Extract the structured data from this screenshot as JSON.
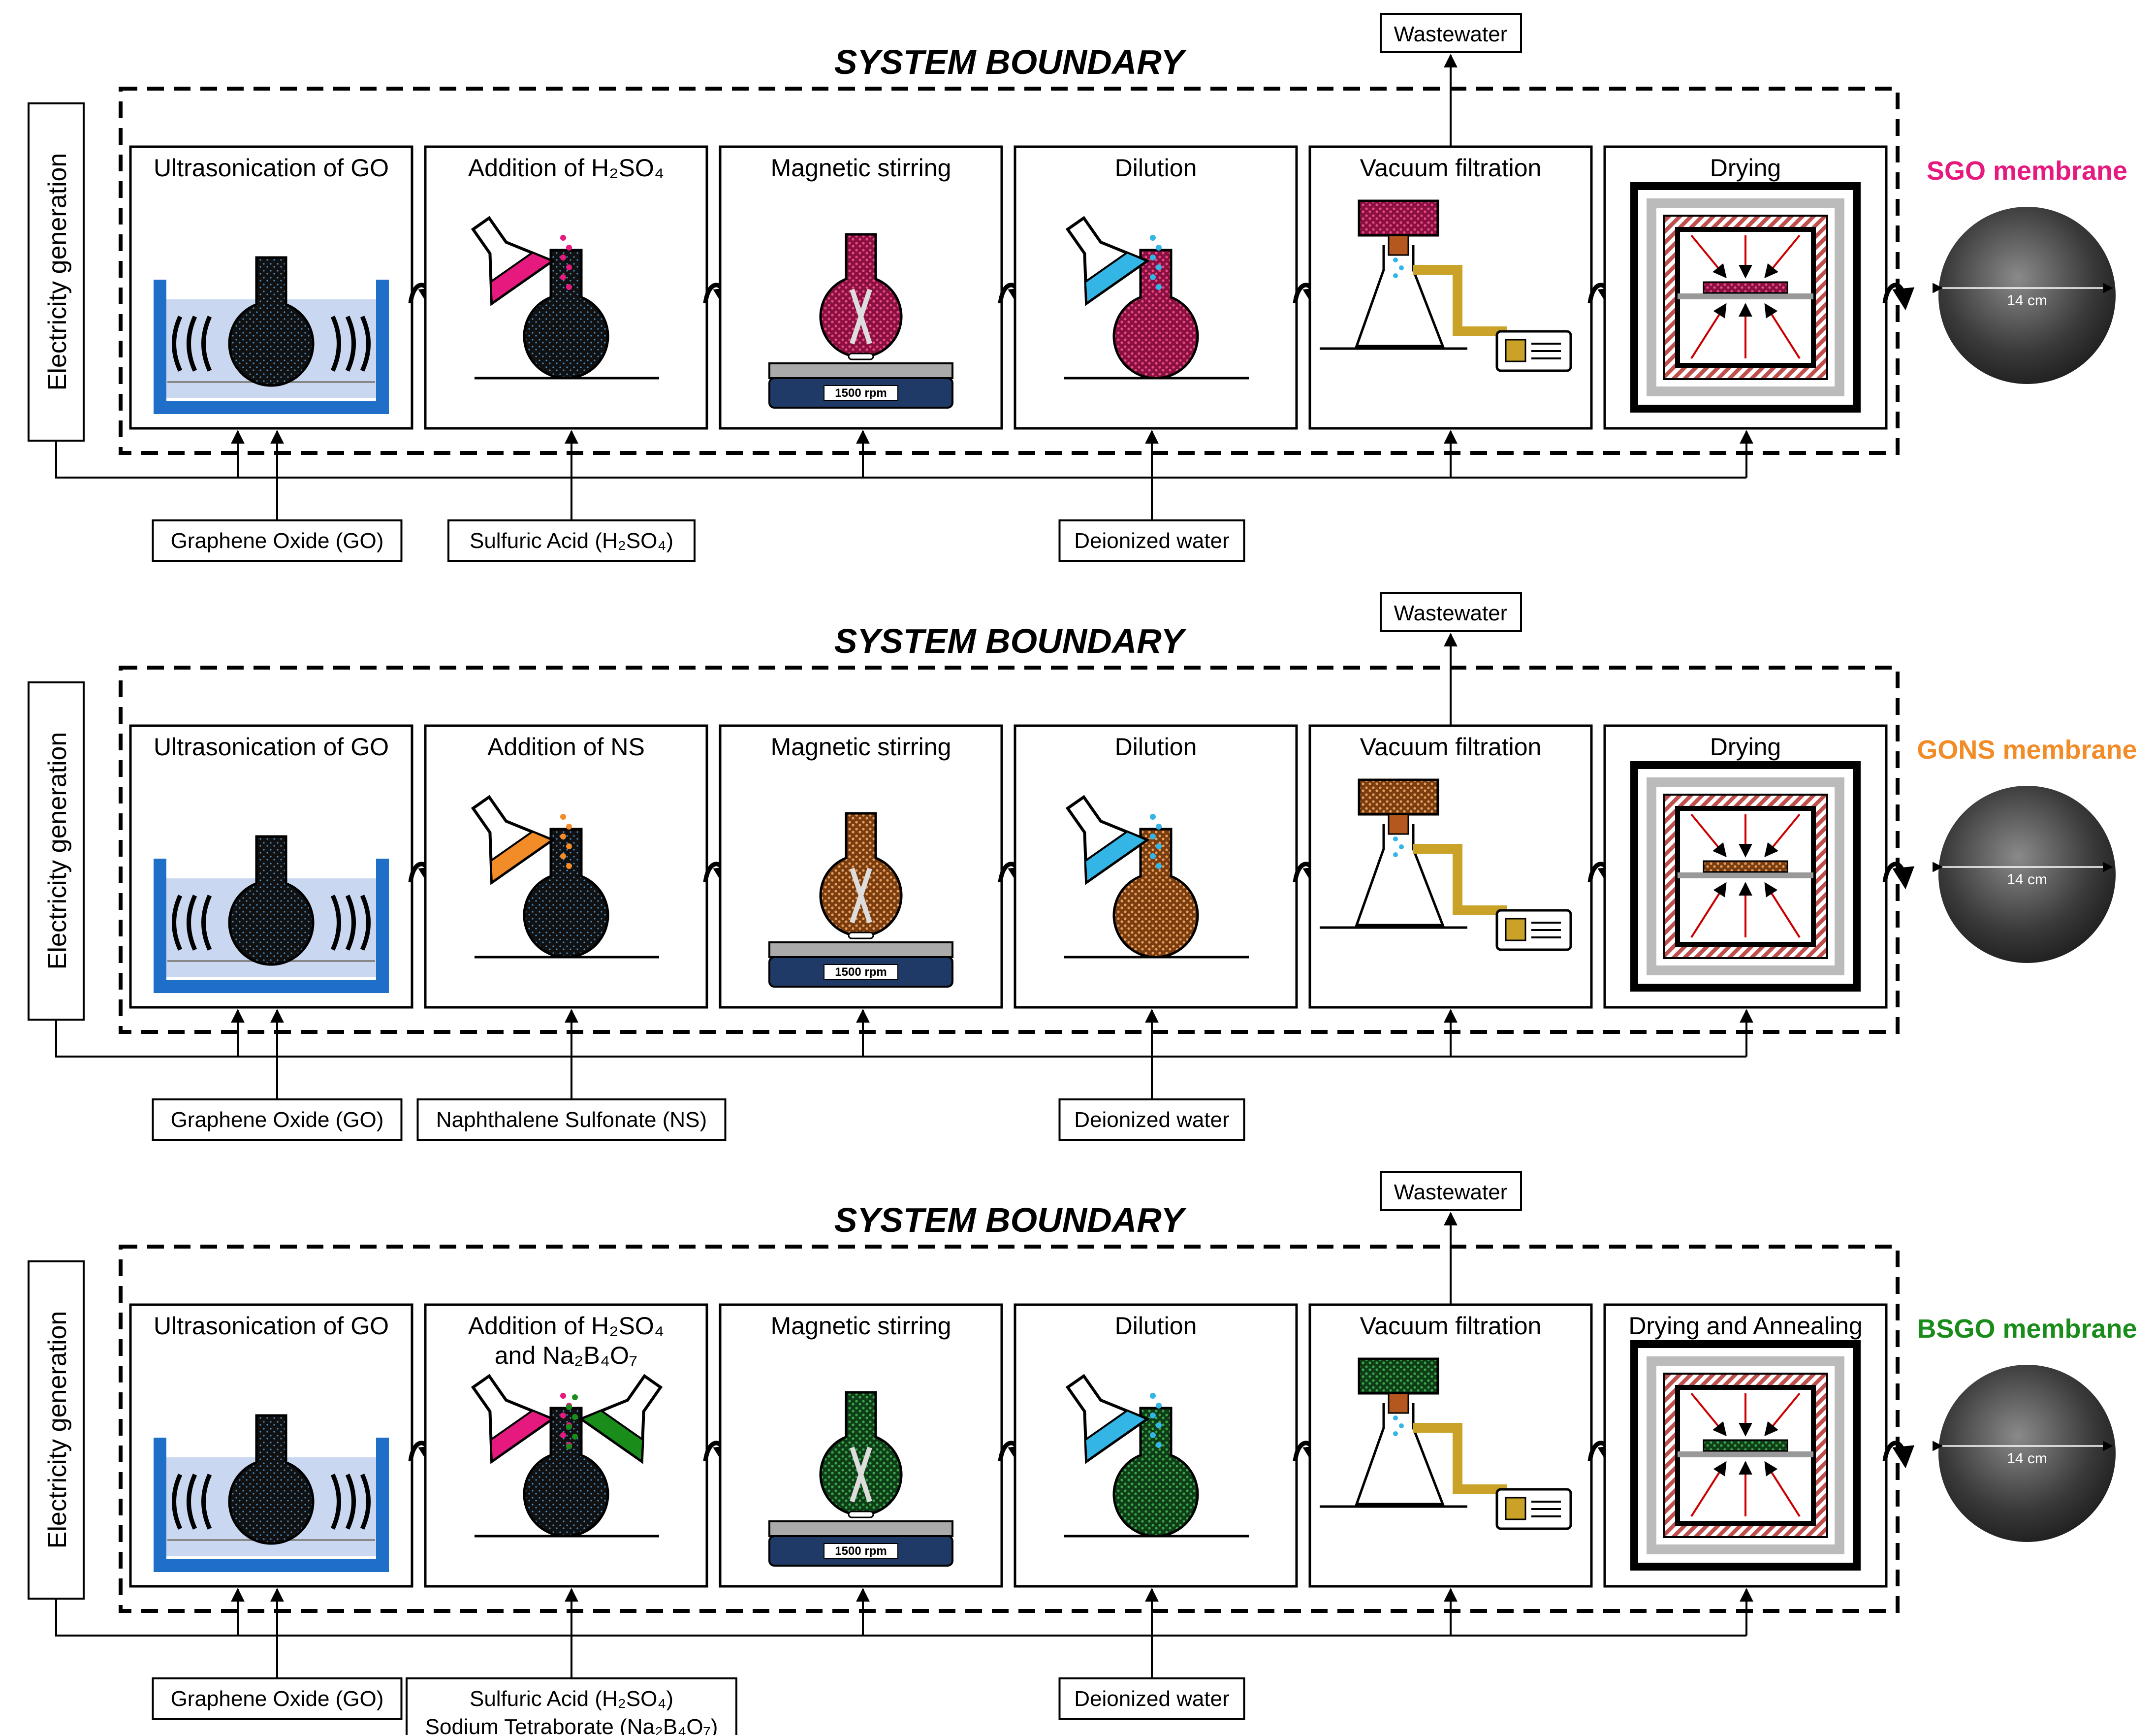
{
  "colors": {
    "sgo": "#e6197f",
    "gons": "#f28c28",
    "bsgo": "#1a8c1a",
    "water": "#33b5e5",
    "bath": "#1f6fc9",
    "bath_liquid": "#c9d8f0",
    "pipe": "#c9a227",
    "oven_wall": "#b85a5a",
    "heat": "#cc0000",
    "stirrer": "#1f3a66"
  },
  "icons": [
    "ultrasonic-bath-icon",
    "pouring-flask-icon",
    "magnetic-stirrer-icon",
    "dilution-icon",
    "vacuum-filtration-icon",
    "drying-oven-icon",
    "membrane-photo-icon"
  ],
  "panels": [
    {
      "id": "sgo",
      "title": "SYSTEM BOUNDARY",
      "electricity": "Electricity generation",
      "wastewater": "Wastewater",
      "steps": [
        {
          "l1": "Ultrasonication of GO",
          "l2": ""
        },
        {
          "l1": "Addition of H₂SO₄",
          "l2": ""
        },
        {
          "l1": "Magnetic stirring",
          "l2": ""
        },
        {
          "l1": "Dilution",
          "l2": ""
        },
        {
          "l1": "Vacuum filtration",
          "l2": ""
        },
        {
          "l1": "Drying",
          "l2": ""
        }
      ],
      "inputs": [
        {
          "l1": "Graphene Oxide (GO)",
          "l2": ""
        },
        {
          "l1": "Sulfuric Acid (H₂SO₄)",
          "l2": ""
        },
        {
          "l1": "Deionized water",
          "l2": ""
        }
      ],
      "rpm": "1500 rpm",
      "product": "SGO membrane",
      "dimension": "14 cm"
    },
    {
      "id": "gons",
      "title": "SYSTEM BOUNDARY",
      "electricity": "Electricity generation",
      "wastewater": "Wastewater",
      "steps": [
        {
          "l1": "Ultrasonication of GO",
          "l2": ""
        },
        {
          "l1": "Addition of NS",
          "l2": ""
        },
        {
          "l1": "Magnetic stirring",
          "l2": ""
        },
        {
          "l1": "Dilution",
          "l2": ""
        },
        {
          "l1": "Vacuum filtration",
          "l2": ""
        },
        {
          "l1": "Drying",
          "l2": ""
        }
      ],
      "inputs": [
        {
          "l1": "Graphene Oxide (GO)",
          "l2": ""
        },
        {
          "l1": "Naphthalene Sulfonate (NS)",
          "l2": ""
        },
        {
          "l1": "Deionized water",
          "l2": ""
        }
      ],
      "rpm": "1500 rpm",
      "product": "GONS membrane",
      "dimension": "14 cm"
    },
    {
      "id": "bsgo",
      "title": "SYSTEM BOUNDARY",
      "electricity": "Electricity generation",
      "wastewater": "Wastewater",
      "steps": [
        {
          "l1": "Ultrasonication of GO",
          "l2": ""
        },
        {
          "l1": "Addition of H₂SO₄",
          "l2": "and Na₂B₄O₇"
        },
        {
          "l1": "Magnetic stirring",
          "l2": ""
        },
        {
          "l1": "Dilution",
          "l2": ""
        },
        {
          "l1": "Vacuum filtration",
          "l2": ""
        },
        {
          "l1": "Drying and Annealing",
          "l2": ""
        }
      ],
      "inputs": [
        {
          "l1": "Graphene Oxide (GO)",
          "l2": ""
        },
        {
          "l1": "Sulfuric Acid (H₂SO₄)",
          "l2": "Sodium Tetraborate (Na₂B₄O₇)"
        },
        {
          "l1": "Deionized water",
          "l2": ""
        }
      ],
      "rpm": "1500 rpm",
      "product": "BSGO membrane",
      "dimension": "14 cm"
    }
  ]
}
